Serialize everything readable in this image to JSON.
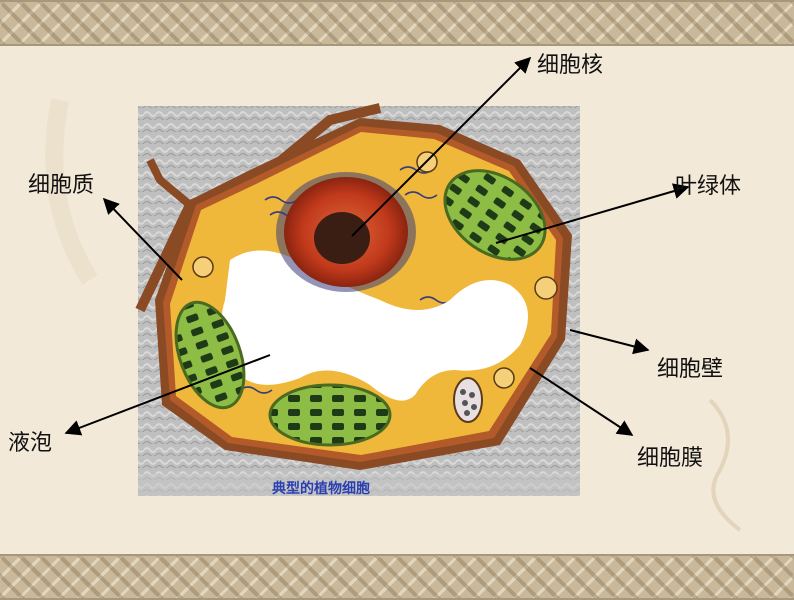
{
  "labels": {
    "nucleus": "细胞核",
    "cytoplasm": "细胞质",
    "chloroplast": "叶绿体",
    "cell_wall": "细胞壁",
    "vacuole": "液泡",
    "cell_membrane": "细胞膜"
  },
  "image_caption": "典型的植物细胞",
  "colors": {
    "background": "#f3e9d8",
    "border_band": "#c9b99a",
    "cell_wall": "#8a4a24",
    "cytoplasm": "#f0b83a",
    "nucleus": "#c0391b",
    "nucleolus": "#3a1e14",
    "chloroplast": "#8dbd45",
    "caption_text": "#2a3fb0",
    "arrow": "#000000"
  }
}
